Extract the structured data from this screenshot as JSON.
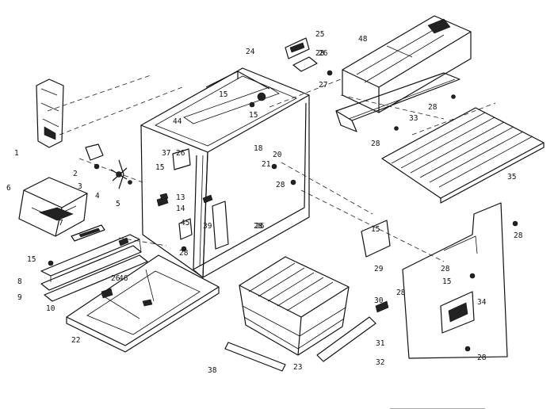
{
  "diagram": {
    "callouts": {
      "c1": "1",
      "c2": "2",
      "c3": "3",
      "c4": "4",
      "c5": "5",
      "c6": "6",
      "c7": "7",
      "c8": "8",
      "c9": "9",
      "c10": "10",
      "c13": "13",
      "c14": "14",
      "c15a": "15",
      "c15b": "15",
      "c15c": "15",
      "c15d": "15",
      "c15e": "15",
      "c15f": "15",
      "c18": "18",
      "c20": "20",
      "c21": "21",
      "c22": "22",
      "c23": "23",
      "c24": "24",
      "c25": "25",
      "c26a": "26",
      "c26b": "26",
      "c26c": "26",
      "c26d": "26",
      "c27": "27",
      "c28a": "28",
      "c28b": "28",
      "c28c": "28",
      "c28d": "28",
      "c28e": "28",
      "c28f": "28",
      "c28g": "28",
      "c28h": "28",
      "c28i": "28",
      "c28j": "28",
      "c29": "29",
      "c30": "30",
      "c31": "31",
      "c32": "32",
      "c33": "33",
      "c34": "34",
      "c35": "35",
      "c37": "37",
      "c38": "38",
      "c39": "39",
      "c44": "44",
      "c45": "45",
      "c46": "46",
      "c48": "48"
    }
  }
}
